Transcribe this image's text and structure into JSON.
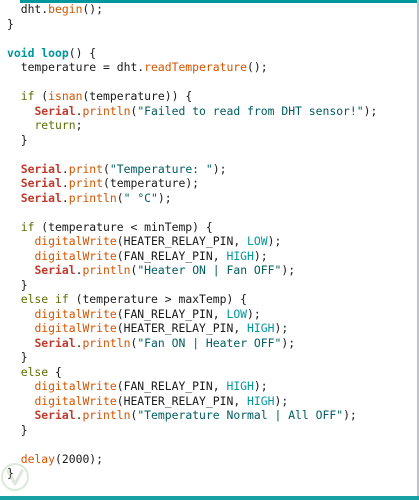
{
  "editor": {
    "accent_color": "#00979c",
    "lines": [
      [
        [
          "t",
          "  dht."
        ],
        [
          "fn",
          "begin"
        ],
        [
          "t",
          "();"
        ]
      ],
      [
        [
          "t",
          "}"
        ]
      ],
      [
        [
          "t",
          ""
        ]
      ],
      [
        [
          "kw",
          "void"
        ],
        [
          "t",
          " "
        ],
        [
          "kw",
          "loop"
        ],
        [
          "t",
          "() {"
        ]
      ],
      [
        [
          "t",
          "  temperature = dht."
        ],
        [
          "fn",
          "readTemperature"
        ],
        [
          "t",
          "();"
        ]
      ],
      [
        [
          "t",
          ""
        ]
      ],
      [
        [
          "t",
          "  "
        ],
        [
          "ctl",
          "if"
        ],
        [
          "t",
          " ("
        ],
        [
          "fn",
          "isnan"
        ],
        [
          "t",
          "(temperature)) {"
        ]
      ],
      [
        [
          "t",
          "    "
        ],
        [
          "ser",
          "Serial"
        ],
        [
          "t",
          "."
        ],
        [
          "fn",
          "println"
        ],
        [
          "t",
          "("
        ],
        [
          "str",
          "\"Failed to read from DHT sensor!\""
        ],
        [
          "t",
          ");"
        ]
      ],
      [
        [
          "t",
          "    "
        ],
        [
          "ctl",
          "return"
        ],
        [
          "t",
          ";"
        ]
      ],
      [
        [
          "t",
          "  }"
        ]
      ],
      [
        [
          "t",
          ""
        ]
      ],
      [
        [
          "t",
          "  "
        ],
        [
          "ser",
          "Serial"
        ],
        [
          "t",
          "."
        ],
        [
          "fn",
          "print"
        ],
        [
          "t",
          "("
        ],
        [
          "str",
          "\"Temperature: \""
        ],
        [
          "t",
          ");"
        ]
      ],
      [
        [
          "t",
          "  "
        ],
        [
          "ser",
          "Serial"
        ],
        [
          "t",
          "."
        ],
        [
          "fn",
          "print"
        ],
        [
          "t",
          "(temperature);"
        ]
      ],
      [
        [
          "t",
          "  "
        ],
        [
          "ser",
          "Serial"
        ],
        [
          "t",
          "."
        ],
        [
          "fn",
          "println"
        ],
        [
          "t",
          "("
        ],
        [
          "str",
          "\" °C\""
        ],
        [
          "t",
          ");"
        ]
      ],
      [
        [
          "t",
          ""
        ]
      ],
      [
        [
          "t",
          "  "
        ],
        [
          "ctl",
          "if"
        ],
        [
          "t",
          " (temperature < minTemp) {"
        ]
      ],
      [
        [
          "t",
          "    "
        ],
        [
          "fn",
          "digitalWrite"
        ],
        [
          "t",
          "(HEATER_RELAY_PIN, "
        ],
        [
          "cst",
          "LOW"
        ],
        [
          "t",
          ");"
        ]
      ],
      [
        [
          "t",
          "    "
        ],
        [
          "fn",
          "digitalWrite"
        ],
        [
          "t",
          "(FAN_RELAY_PIN, "
        ],
        [
          "cst",
          "HIGH"
        ],
        [
          "t",
          ");"
        ]
      ],
      [
        [
          "t",
          "    "
        ],
        [
          "ser",
          "Serial"
        ],
        [
          "t",
          "."
        ],
        [
          "fn",
          "println"
        ],
        [
          "t",
          "("
        ],
        [
          "str",
          "\"Heater ON | Fan OFF\""
        ],
        [
          "t",
          ");"
        ]
      ],
      [
        [
          "t",
          "  }"
        ]
      ],
      [
        [
          "t",
          "  "
        ],
        [
          "ctl",
          "else"
        ],
        [
          "t",
          " "
        ],
        [
          "ctl",
          "if"
        ],
        [
          "t",
          " (temperature > maxTemp) {"
        ]
      ],
      [
        [
          "t",
          "    "
        ],
        [
          "fn",
          "digitalWrite"
        ],
        [
          "t",
          "(FAN_RELAY_PIN, "
        ],
        [
          "cst",
          "LOW"
        ],
        [
          "t",
          ");"
        ]
      ],
      [
        [
          "t",
          "    "
        ],
        [
          "fn",
          "digitalWrite"
        ],
        [
          "t",
          "(HEATER_RELAY_PIN, "
        ],
        [
          "cst",
          "HIGH"
        ],
        [
          "t",
          ");"
        ]
      ],
      [
        [
          "t",
          "    "
        ],
        [
          "ser",
          "Serial"
        ],
        [
          "t",
          "."
        ],
        [
          "fn",
          "println"
        ],
        [
          "t",
          "("
        ],
        [
          "str",
          "\"Fan ON | Heater OFF\""
        ],
        [
          "t",
          ");"
        ]
      ],
      [
        [
          "t",
          "  }"
        ]
      ],
      [
        [
          "t",
          "  "
        ],
        [
          "ctl",
          "else"
        ],
        [
          "t",
          " {"
        ]
      ],
      [
        [
          "t",
          "    "
        ],
        [
          "fn",
          "digitalWrite"
        ],
        [
          "t",
          "(FAN_RELAY_PIN, "
        ],
        [
          "cst",
          "HIGH"
        ],
        [
          "t",
          ");"
        ]
      ],
      [
        [
          "t",
          "    "
        ],
        [
          "fn",
          "digitalWrite"
        ],
        [
          "t",
          "(HEATER_RELAY_PIN, "
        ],
        [
          "cst",
          "HIGH"
        ],
        [
          "t",
          ");"
        ]
      ],
      [
        [
          "t",
          "    "
        ],
        [
          "ser",
          "Serial"
        ],
        [
          "t",
          "."
        ],
        [
          "fn",
          "println"
        ],
        [
          "t",
          "("
        ],
        [
          "str",
          "\"Temperature Normal | All OFF\""
        ],
        [
          "t",
          ");"
        ]
      ],
      [
        [
          "t",
          "  }"
        ]
      ],
      [
        [
          "t",
          ""
        ]
      ],
      [
        [
          "t",
          "  "
        ],
        [
          "fn",
          "delay"
        ],
        [
          "t",
          "(2000);"
        ]
      ],
      [
        [
          "t",
          "}"
        ]
      ]
    ]
  },
  "watermark": {
    "icon": "vi-logo-icon",
    "color": "#9fbf9a"
  }
}
